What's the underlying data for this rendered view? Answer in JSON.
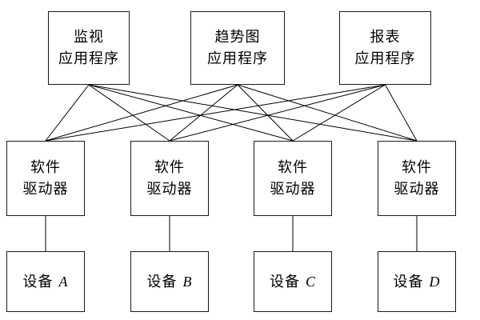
{
  "diagram": {
    "title": "scada-software-architecture",
    "colors": {
      "background": "#ffffff",
      "box_border": "#1a1a1a",
      "line": "#000000"
    },
    "apps": [
      {
        "id": "app1",
        "label": "监视\n应用程序"
      },
      {
        "id": "app2",
        "label": "趋势图\n应用程序"
      },
      {
        "id": "app3",
        "label": "报表\n应用程序"
      }
    ],
    "drivers": [
      {
        "id": "drv1",
        "label": "软件\n驱动器"
      },
      {
        "id": "drv2",
        "label": "软件\n驱动器"
      },
      {
        "id": "drv3",
        "label": "软件\n驱动器"
      },
      {
        "id": "drv4",
        "label": "软件\n驱动器"
      }
    ],
    "devices": [
      {
        "id": "dev1",
        "name": "设备",
        "letter": "A"
      },
      {
        "id": "dev2",
        "name": "设备",
        "letter": "B"
      },
      {
        "id": "dev3",
        "name": "设备",
        "letter": "C"
      },
      {
        "id": "dev4",
        "name": "设备",
        "letter": "D"
      }
    ],
    "edges": [
      {
        "from": "app1",
        "to": "drv1"
      },
      {
        "from": "app1",
        "to": "drv2"
      },
      {
        "from": "app1",
        "to": "drv3"
      },
      {
        "from": "app1",
        "to": "drv4"
      },
      {
        "from": "app2",
        "to": "drv1"
      },
      {
        "from": "app2",
        "to": "drv2"
      },
      {
        "from": "app2",
        "to": "drv3"
      },
      {
        "from": "app2",
        "to": "drv4"
      },
      {
        "from": "app3",
        "to": "drv1"
      },
      {
        "from": "app3",
        "to": "drv2"
      },
      {
        "from": "app3",
        "to": "drv3"
      },
      {
        "from": "app3",
        "to": "drv4"
      },
      {
        "from": "drv1",
        "to": "dev1"
      },
      {
        "from": "drv2",
        "to": "dev2"
      },
      {
        "from": "drv3",
        "to": "dev3"
      },
      {
        "from": "drv4",
        "to": "dev4"
      }
    ]
  }
}
